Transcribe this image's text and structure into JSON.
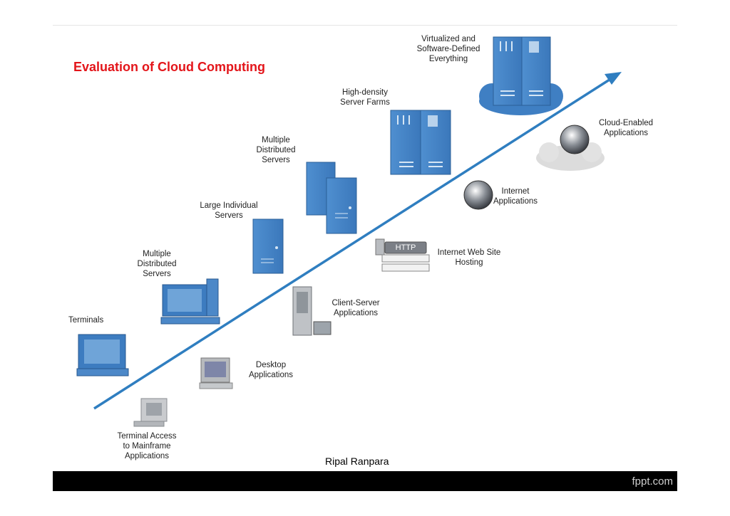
{
  "title": "Evaluation of Cloud Computing",
  "footer": {
    "author": "Ripal Ranpara",
    "brand": "fppt.com"
  },
  "http_badge": "HTTP",
  "accent_color": "#2f7ec0",
  "labels_upper": [
    {
      "id": "terminals",
      "text": "Terminals"
    },
    {
      "id": "multiple-distributed-1",
      "text": "Multiple\nDistributed\nServers"
    },
    {
      "id": "large-individual",
      "text": "Large Individual\nServers"
    },
    {
      "id": "multiple-distributed-2",
      "text": "Multiple\nDistributed\nServers"
    },
    {
      "id": "high-density",
      "text": "High-density\nServer Farms"
    },
    {
      "id": "virtualized",
      "text": "Virtualized and\nSoftware-Defined\nEverything"
    }
  ],
  "labels_lower": [
    {
      "id": "terminal-access",
      "text": "Terminal Access\nto Mainframe\nApplications"
    },
    {
      "id": "desktop-apps",
      "text": "Desktop\nApplications"
    },
    {
      "id": "client-server",
      "text": "Client-Server\nApplications"
    },
    {
      "id": "web-hosting",
      "text": "Internet Web Site\nHosting"
    },
    {
      "id": "internet-apps",
      "text": "Internet\nApplications"
    },
    {
      "id": "cloud-enabled",
      "text": "Cloud-Enabled\nApplications"
    }
  ]
}
